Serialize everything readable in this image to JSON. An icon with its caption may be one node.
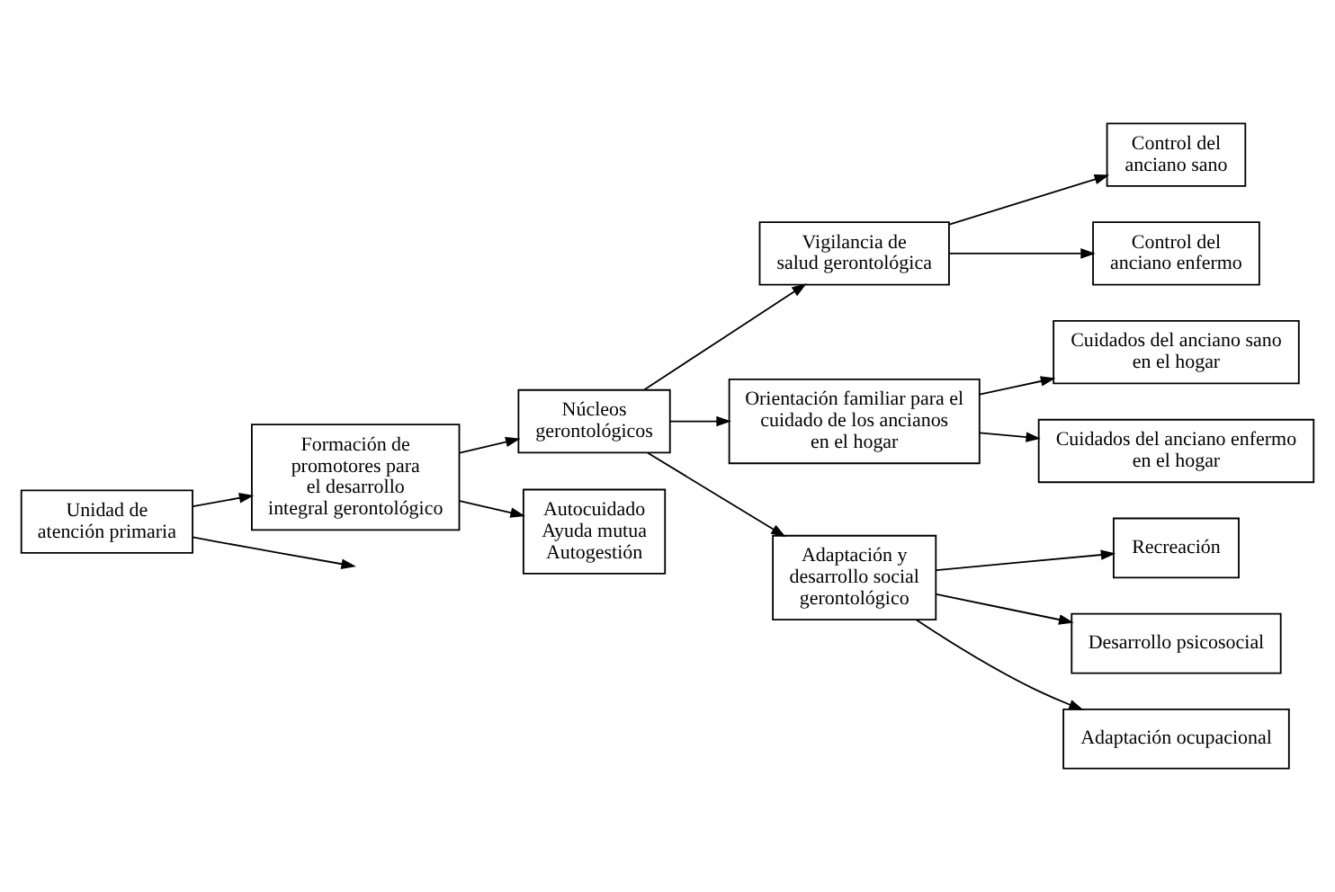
{
  "diagram": {
    "nodes": [
      {
        "text": [
          "Unidad de atención primaria"
        ]
      },
      {
        "text": [
          "Formación de promotores para el desarrollo integral gerontológico"
        ]
      },
      {
        "text": [
          "Núcleos gerontológicos"
        ]
      },
      {
        "text": [
          "Autocuidado",
          "Ayuda mutua",
          "Autogestión"
        ]
      },
      {
        "text": [
          "Vigilancia de salud gerontológica"
        ]
      },
      {
        "text": [
          "Orientación familiar para el cuidado de los ancianos en el hogar"
        ]
      },
      {
        "text": [
          "Adaptación y desarrollo social gerontológico"
        ]
      },
      {
        "text": [
          "Control del anciano sano"
        ]
      },
      {
        "text": [
          "Control del anciano enfermo"
        ]
      },
      {
        "text": [
          "Cuidados del anciano sano en el hogar"
        ]
      },
      {
        "text": [
          "Cuidados del anciano enfermo en el hogar"
        ]
      },
      {
        "text": [
          "Recreación"
        ]
      },
      {
        "text": [
          "Desarrollo psicosocial"
        ]
      },
      {
        "text": [
          "Adaptación ocupacional"
        ]
      }
    ],
    "edges": [
      {
        "from": 0,
        "to": 1,
        "arrow": "to"
      },
      {
        "from": 0,
        "to": null,
        "arrow": "to"
      },
      {
        "from": 1,
        "to": 2,
        "arrow": "to"
      },
      {
        "from": 1,
        "to": 3,
        "arrow": "to"
      },
      {
        "from": 2,
        "to": 4,
        "arrow": "to"
      },
      {
        "from": 2,
        "to": 5,
        "arrow": "to"
      },
      {
        "from": 2,
        "to": 6,
        "arrow": "to"
      },
      {
        "from": 4,
        "to": 7,
        "arrow": "to"
      },
      {
        "from": 4,
        "to": 8,
        "arrow": "to"
      },
      {
        "from": 5,
        "to": 9,
        "arrow": "to"
      },
      {
        "from": 5,
        "to": 10,
        "arrow": "to"
      },
      {
        "from": 6,
        "to": 11,
        "arrow": "to"
      },
      {
        "from": 6,
        "to": 12,
        "arrow": "to"
      },
      {
        "from": 6,
        "to": 13,
        "arrow": "to"
      }
    ]
  }
}
